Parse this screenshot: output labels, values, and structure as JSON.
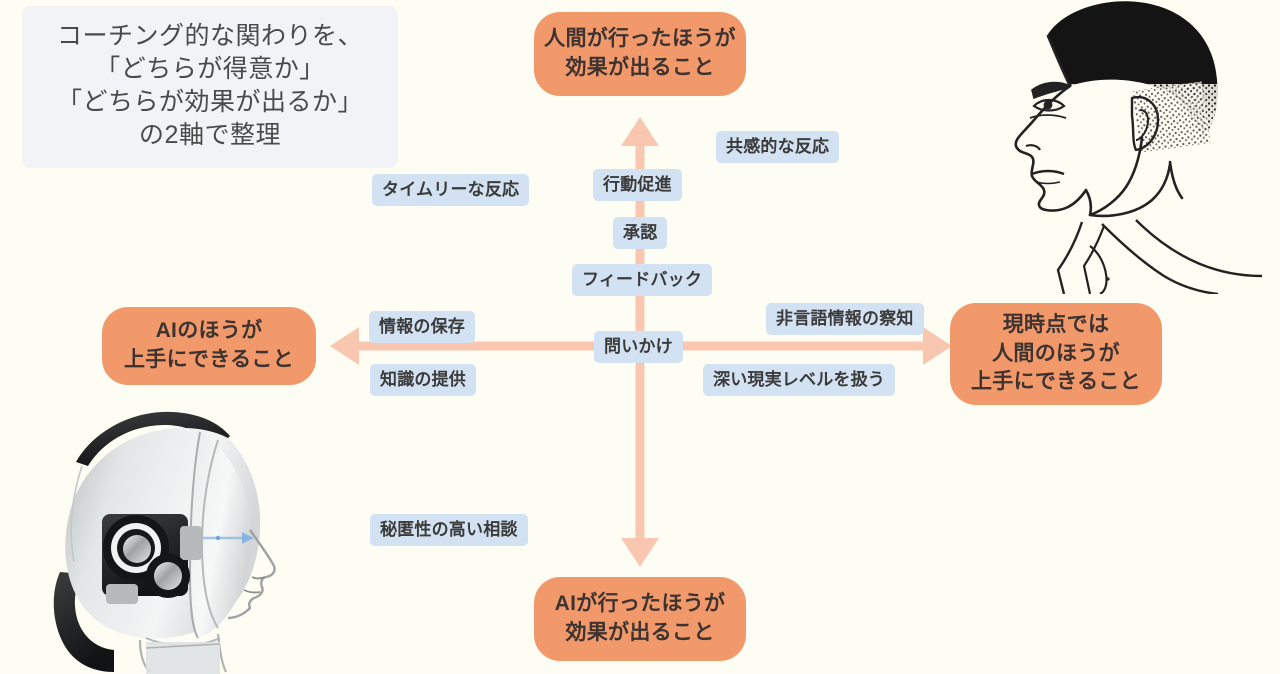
{
  "title_note": {
    "lines": [
      "コーチング的な関わりを、",
      "「どちらが得意か」",
      "「どちらが効果が出るか」",
      "の2軸で整理"
    ]
  },
  "quadrant_labels": {
    "top": {
      "lines": [
        "人間が行ったほうが",
        "効果が出ること"
      ]
    },
    "bottom": {
      "lines": [
        "AIが行ったほうが",
        "効果が出ること"
      ]
    },
    "left": {
      "lines": [
        "AIのほうが",
        "上手にできること"
      ]
    },
    "right": {
      "lines": [
        "現時点では",
        "人間のほうが",
        "上手にできること"
      ]
    }
  },
  "item_tags": [
    {
      "id": "timely",
      "text": "タイムリーな反応"
    },
    {
      "id": "empathy",
      "text": "共感的な反応"
    },
    {
      "id": "action",
      "text": "行動促進"
    },
    {
      "id": "approval",
      "text": "承認"
    },
    {
      "id": "feedback",
      "text": "フィードバック"
    },
    {
      "id": "storage",
      "text": "情報の保存"
    },
    {
      "id": "knowledge",
      "text": "知識の提供"
    },
    {
      "id": "question",
      "text": "問いかけ"
    },
    {
      "id": "nonverbal",
      "text": "非言語情報の察知"
    },
    {
      "id": "deep",
      "text": "深い現実レベルを扱う"
    },
    {
      "id": "confidential",
      "text": "秘匿性の高い相談"
    }
  ],
  "illustrations": {
    "human": "human-head-profile-illustration",
    "robot": "robot-head-profile-illustration"
  },
  "colors": {
    "background": "#fdfdf4",
    "pill_orange": "#f2996b",
    "tag_blue": "#d3e2f2",
    "axis_salmon": "#f9c7af",
    "note_gray": "#f1f3f6",
    "text_dark": "#3d3330"
  }
}
